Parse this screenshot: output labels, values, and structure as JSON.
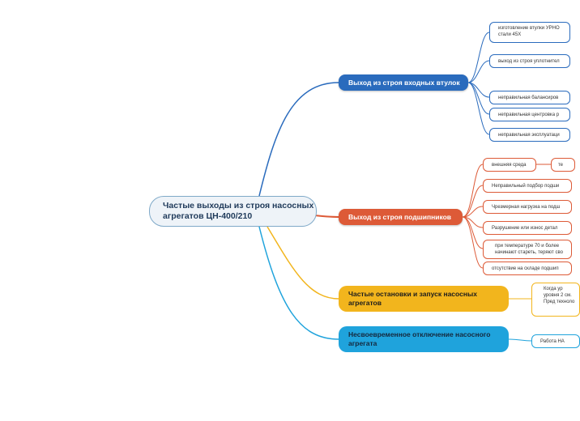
{
  "root": {
    "label": "Частые выходы из строя насосных агрегатов ЦН-400/210"
  },
  "branches": [
    {
      "label": "Выход из строя входных втулок",
      "color": "#2a6bbd",
      "leaves": [
        "изготовление втулки УРНО стали 45Х",
        "выход из строя уплотнител",
        "неправильная балансиров",
        "неправильная центровка р",
        "неправильная эксплуатаци"
      ]
    },
    {
      "label": "Выход из строя подшипников",
      "color": "#dd5a37",
      "leaves": [
        "внешняя среда",
        "Неправильный подбор подши",
        "Чрезмерная нагрузка на подш",
        "Разрушение или износ детал",
        "при температуре 70 и более начинают стареть, теряют сво",
        "отсутствие на складе подшип"
      ],
      "subleaf": "те"
    },
    {
      "label": "Частые остановки и запуск насосных агрегатов",
      "color": "#f2b51d",
      "leaves": [
        "Когда ур уровня 2 см. Пред техноло"
      ]
    },
    {
      "label": "Несвоевременное отключение насосного агрегата",
      "color": "#1fa3dc",
      "leaves": [
        "Работа НА"
      ]
    }
  ]
}
